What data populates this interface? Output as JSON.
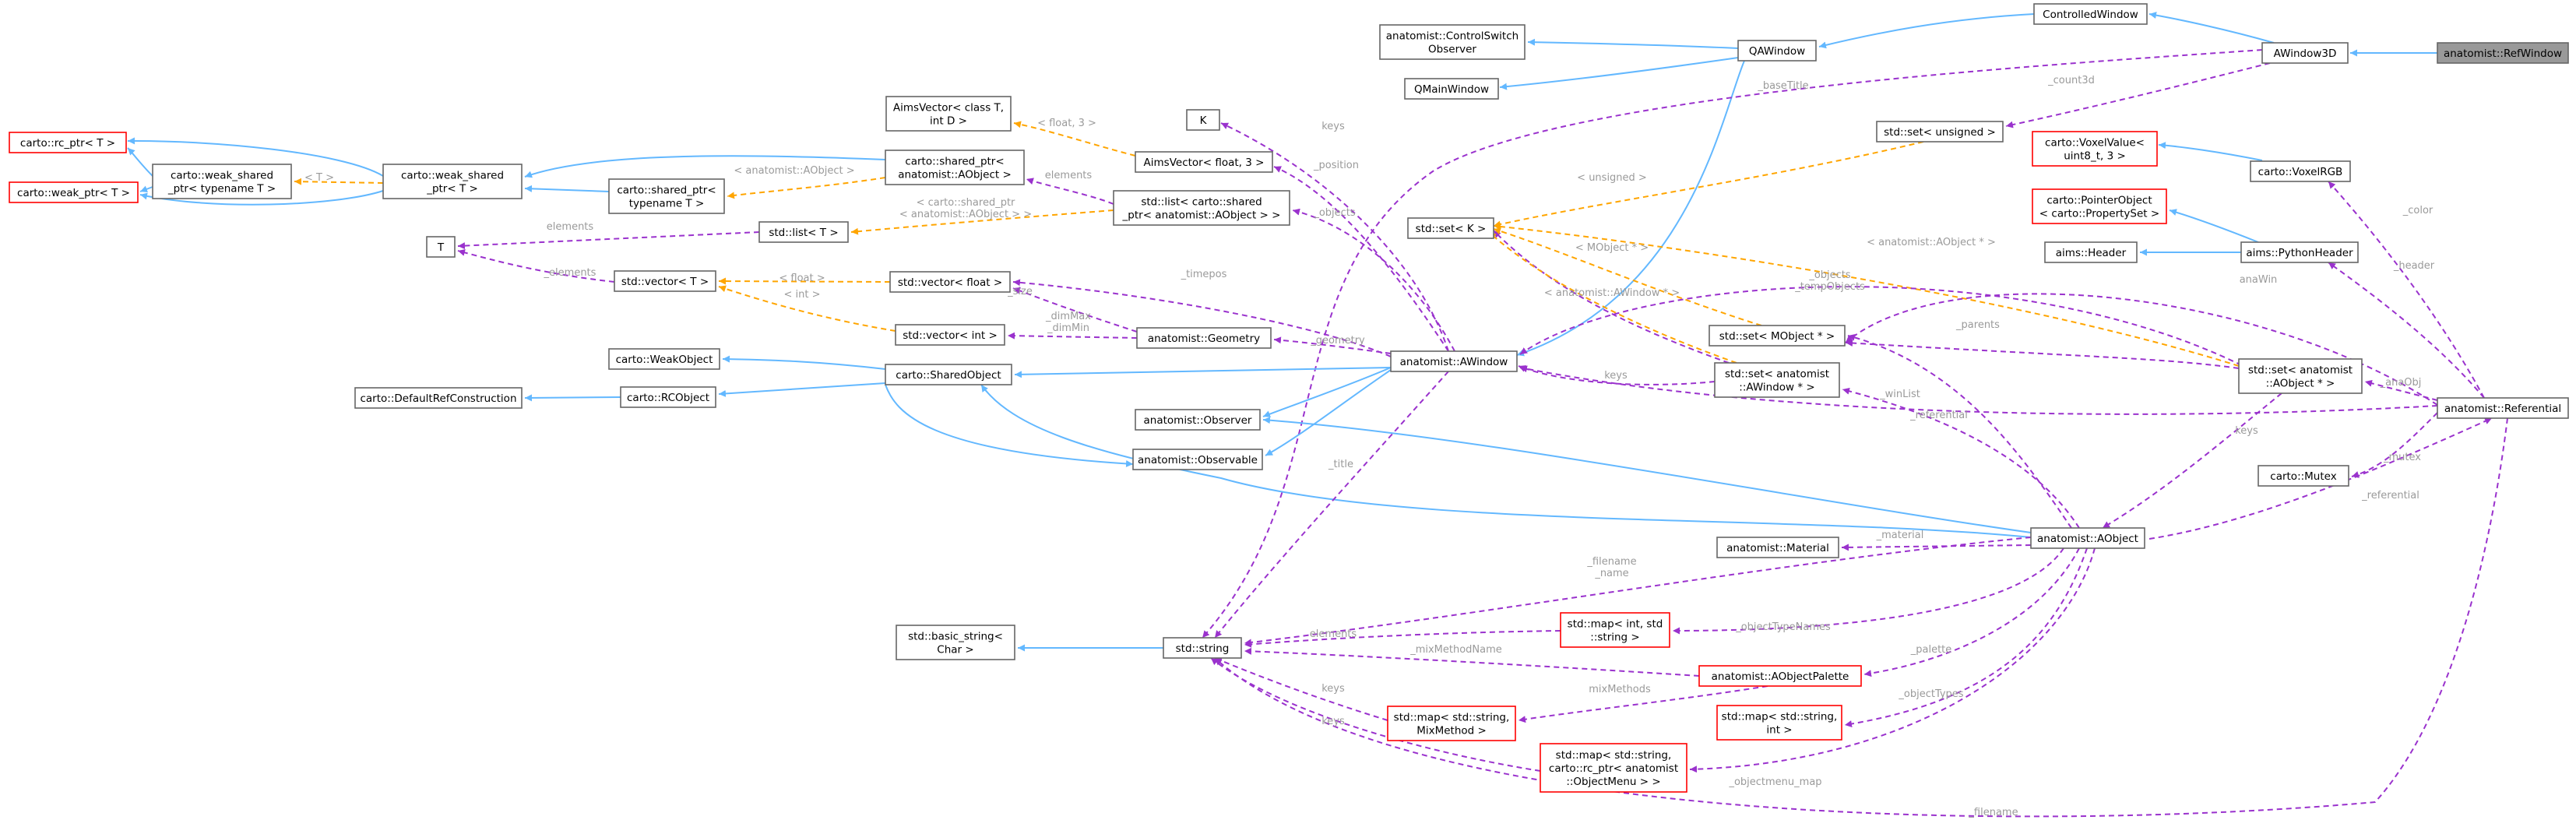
{
  "colors": {
    "inheritance": "#63b8ff",
    "usage": "#9a32cd",
    "template": "#ffa500",
    "node_border": "#666666",
    "missing_border": "#ff0000",
    "current_fill": "#999999",
    "label": "#9a9a9a"
  },
  "nodes": {
    "refwindow": [
      "anatomist::RefWindow"
    ],
    "awindow3d": [
      "AWindow3D"
    ],
    "controlledwindow": [
      "ControlledWindow"
    ],
    "qawindow": [
      "QAWindow"
    ],
    "controlswitchobserver": [
      "anatomist::ControlSwitch",
      "Observer"
    ],
    "qmainwindow": [
      "QMainWindow"
    ],
    "aimsvector_t": [
      "AimsVector< class T,",
      "int D >"
    ],
    "k": [
      "K"
    ],
    "aimsvector_float": [
      "AimsVector< float, 3 >"
    ],
    "set_unsigned": [
      "std::set< unsigned >"
    ],
    "voxelvalue": [
      "carto::VoxelValue<",
      "uint8_t, 3 >"
    ],
    "voxelrgb": [
      "carto::VoxelRGB"
    ],
    "rc_ptr": [
      "carto::rc_ptr< T >"
    ],
    "weak_ptr": [
      "carto::weak_ptr< T >"
    ],
    "weak_shared_typename": [
      "carto::weak_shared",
      "_ptr< typename T >"
    ],
    "weak_shared_t": [
      "carto::weak_shared",
      "_ptr< T >"
    ],
    "shared_ptr_aobject": [
      "carto::shared_ptr<",
      "anatomist::AObject >"
    ],
    "shared_ptr_typename": [
      "carto::shared_ptr<",
      "typename T >"
    ],
    "list_sharedptr": [
      "std::list< carto::shared",
      "_ptr< anatomist::AObject > >"
    ],
    "set_k": [
      "std::set< K >"
    ],
    "pointerobject": [
      "carto::PointerObject",
      "< carto::PropertySet >"
    ],
    "aims_header": [
      "aims::Header"
    ],
    "pythonheader": [
      "aims::PythonHeader"
    ],
    "t": [
      "T"
    ],
    "list_t": [
      "std::list< T >"
    ],
    "vector_t": [
      "std::vector< T >"
    ],
    "vector_float": [
      "std::vector< float >"
    ],
    "vector_int": [
      "std::vector< int >"
    ],
    "geometry": [
      "anatomist::Geometry"
    ],
    "weakobject": [
      "carto::WeakObject"
    ],
    "sharedobject": [
      "carto::SharedObject"
    ],
    "defaultrefconstruction": [
      "carto::DefaultRefConstruction"
    ],
    "rcobject": [
      "carto::RCObject"
    ],
    "awindow": [
      "anatomist::AWindow"
    ],
    "set_mobject": [
      "std::set< MObject * >"
    ],
    "set_awindow": [
      "std::set< anatomist",
      "::AWindow * >"
    ],
    "set_aobject": [
      "std::set< anatomist",
      "::AObject * >"
    ],
    "observer": [
      "anatomist::Observer"
    ],
    "observable": [
      "anatomist::Observable"
    ],
    "referential": [
      "anatomist::Referential"
    ],
    "mutex": [
      "carto::Mutex"
    ],
    "material": [
      "anatomist::Material"
    ],
    "aobject": [
      "anatomist::AObject"
    ],
    "basic_string": [
      "std::basic_string<",
      "Char >"
    ],
    "string": [
      "std::string"
    ],
    "map_int_string": [
      "std::map< int, std",
      "::string >"
    ],
    "aobjectpalette": [
      "anatomist::AObjectPalette"
    ],
    "map_string_mixmethod": [
      "std::map< std::string,",
      "MixMethod >"
    ],
    "map_string_int": [
      "std::map< std::string,",
      "int >"
    ],
    "map_objectmenu": [
      "std::map< std::string,",
      "carto::rc_ptr< anatomist",
      "::ObjectMenu > >"
    ]
  },
  "edge_labels": {
    "countId": [
      "_count3d"
    ],
    "baseTitle": [
      "_baseTitle"
    ],
    "keys_k": [
      "keys"
    ],
    "position": [
      "_position"
    ],
    "float3": [
      "< float, 3 >"
    ],
    "tt": [
      "< T >"
    ],
    "aobjectlt": [
      "< anatomist::AObject >"
    ],
    "elements_list": [
      "elements"
    ],
    "sharedptr_lt": [
      "< carto::shared_ptr",
      "< anatomist::AObject > >"
    ],
    "objects_list": [
      "_objects"
    ],
    "unsigned_lt": [
      "< unsigned >"
    ],
    "color": [
      "_color"
    ],
    "header": [
      "_header"
    ],
    "elements_t": [
      "elements"
    ],
    "elements_vec": [
      "_elements"
    ],
    "float_lt": [
      "< float >"
    ],
    "int_lt": [
      "< int >"
    ],
    "size": [
      "_size"
    ],
    "timepos": [
      "_timepos"
    ],
    "dimmax": [
      "_dimMax",
      "_dimMin"
    ],
    "geometry": [
      "_geometry"
    ],
    "mobject_lt": [
      "< MObject * >"
    ],
    "awindow_lt": [
      "< anatomist::AWindow * >"
    ],
    "aobject_ptr_lt": [
      "< anatomist::AObject * >"
    ],
    "objects_temp": [
      "_objects",
      "_tempObjects"
    ],
    "anawin": [
      "anaWin"
    ],
    "parents": [
      "_parents"
    ],
    "keys_win": [
      "keys"
    ],
    "winlist": [
      "_winList"
    ],
    "referential_win": [
      "_referential"
    ],
    "anaobj": [
      "_anaObj"
    ],
    "keys_obj": [
      "keys"
    ],
    "mutex": [
      "_mutex"
    ],
    "referential_obj": [
      "_referential"
    ],
    "title": [
      "_title"
    ],
    "material": [
      "_material"
    ],
    "filename": [
      "_filename",
      "_name"
    ],
    "elements_map": [
      "elements"
    ],
    "objecttypenames": [
      "_objectTypeNames"
    ],
    "mixmethodname": [
      "_mixMethodName"
    ],
    "palette": [
      "_palette"
    ],
    "keys_mix": [
      "keys"
    ],
    "mixmethods": [
      "mixMethods"
    ],
    "keys_menu": [
      "keys"
    ],
    "objecttypes": [
      "_objectTypes"
    ],
    "objectmenu_map": [
      "_objectmenu_map"
    ],
    "filename_ref": [
      "_filename"
    ]
  }
}
